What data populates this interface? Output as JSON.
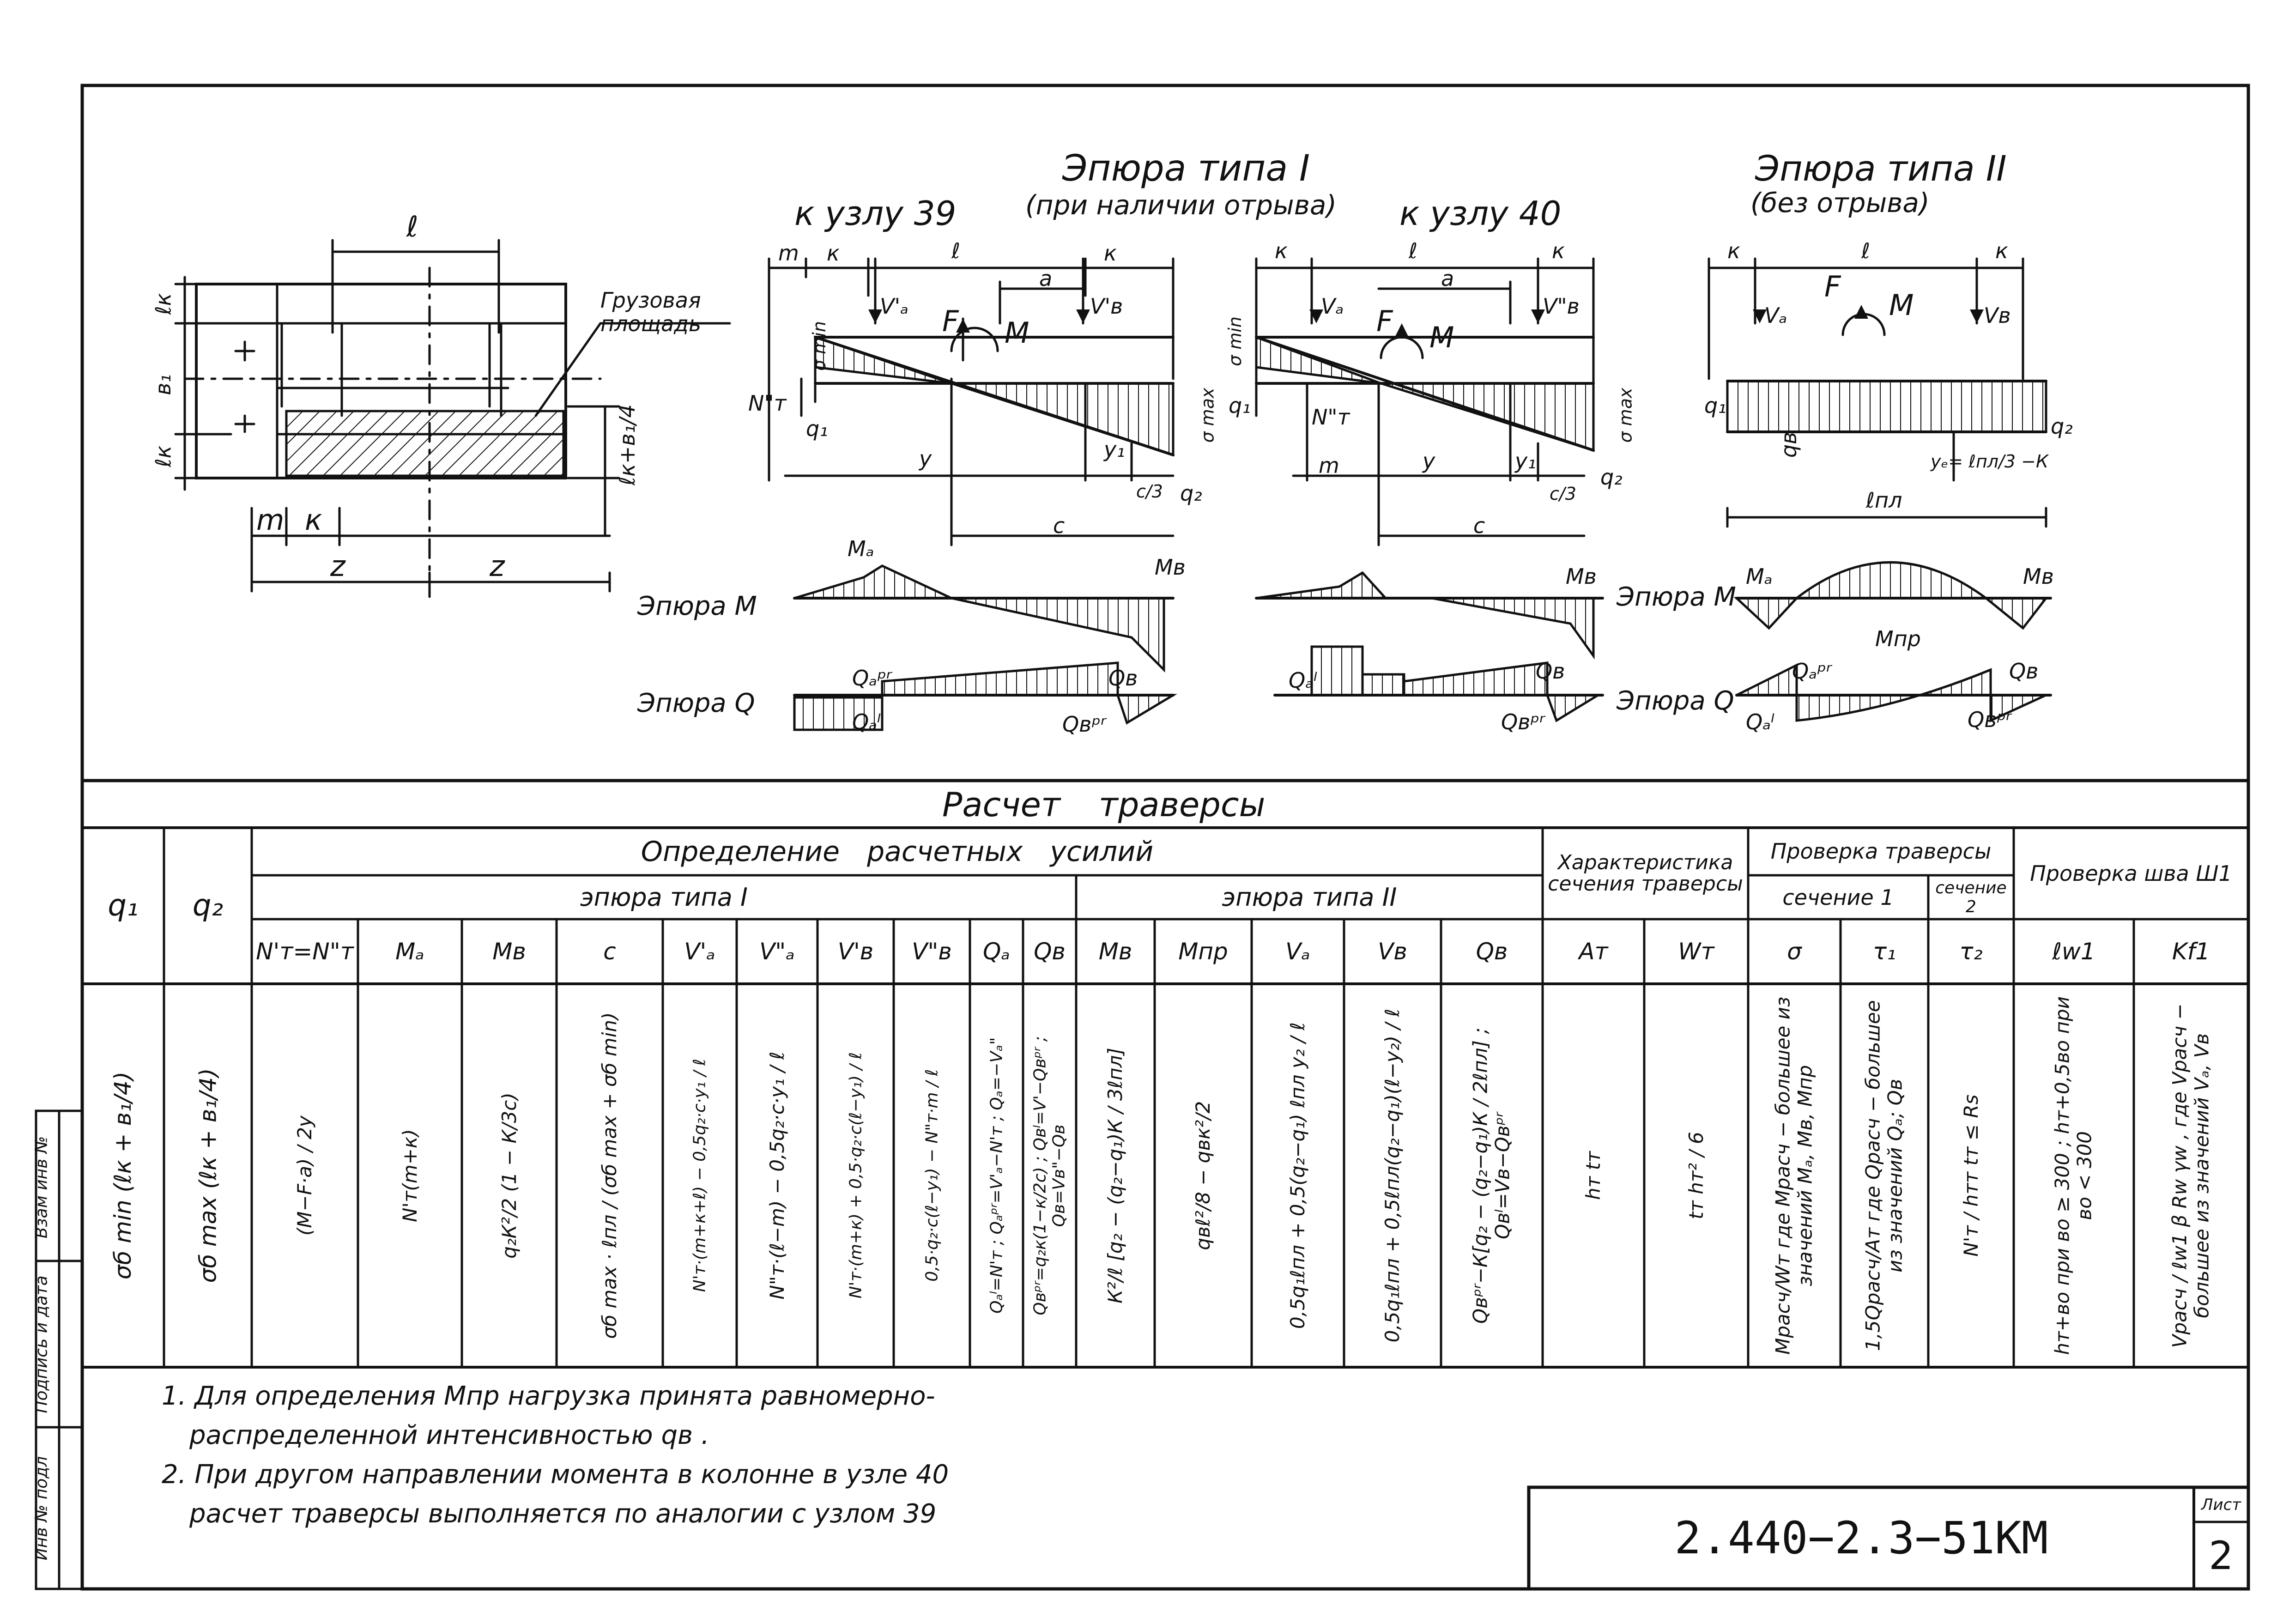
{
  "diagram": {
    "plan": {
      "l": "ℓ",
      "lk_top": "ℓк",
      "b1": "в₁",
      "lk_bottom": "ℓк",
      "lk_plus": "ℓк+в₁/4",
      "m": "m",
      "k": "к",
      "z1": "z",
      "z2": "z",
      "cargo_area": "Грузовая площадь"
    },
    "type1": {
      "title": "Эпюра типа I",
      "subtitle": "(при наличии отрыва)",
      "node39": {
        "caption": "к узлу 39",
        "m": "m",
        "k1": "к",
        "l": "ℓ",
        "k2": "к",
        "a": "a",
        "VA": "V'ₐ",
        "VB": "V'в",
        "F": "F",
        "M": "M",
        "Nt": "N\"т",
        "smin": "σ min",
        "smax": "σ max",
        "q1": "q₁",
        "q2": "q₂",
        "y": "y",
        "y1": "y₁",
        "c3": "c/3",
        "c": "c"
      },
      "node40": {
        "caption": "к узлу 40",
        "k1": "к",
        "l": "ℓ",
        "k2": "к",
        "a": "a",
        "VA": "Vₐ",
        "VB": "V\"в",
        "F": "F",
        "M": "M",
        "Nt": "N\"т",
        "smin": "σ min",
        "smax": "σ max",
        "q1": "q₁",
        "q2": "q₂",
        "m": "m",
        "y": "y",
        "y1": "y₁",
        "c3": "c/3",
        "c": "c"
      }
    },
    "type2": {
      "title": "Эпюра типа II",
      "subtitle": "(без отрыва)",
      "k1": "к",
      "l": "ℓ",
      "k2": "к",
      "VA": "Vₐ",
      "VB": "Vв",
      "F": "F",
      "M": "M",
      "q1": "q₁",
      "q2": "q₂",
      "qb": "qв",
      "ye": "yₑ= ℓпл/3 −К",
      "lpl": "ℓпл"
    },
    "epure_M_label": "Эпюра M",
    "epure_Q_label": "Эпюра Q",
    "m_labels": {
      "MA": "Mₐ",
      "MB": "Mв",
      "Mpr": "Mпр"
    },
    "q_labels": {
      "QApr": "Qₐᵖʳ",
      "QAl": "Qₐˡ",
      "QB": "Qв",
      "QBpr": "Qвᵖʳ"
    }
  },
  "table": {
    "caption": "Расчет траверсы",
    "h_determination": "Определение расчетных усилий",
    "h_type1": "эпюра типа I",
    "h_type2": "эпюра типа II",
    "h_section_char": "Характеристика сечения траверсы",
    "h_check_traverse": "Проверка траверсы",
    "h_section1": "сечение 1",
    "h_section2": "сечение 2",
    "h_check_weld": "Проверка шва Ш1",
    "h_q1": "q₁",
    "h_q2": "q₂",
    "col_headers": [
      "N'т=N\"т",
      "Mₐ",
      "Mв",
      "c",
      "V'ₐ",
      "V\"ₐ",
      "V'в",
      "V\"в",
      "Qₐ",
      "Qв",
      "Mв",
      "Mпр",
      "Vₐ",
      "Vв",
      "Qв",
      "Aт",
      "Wт",
      "σ",
      "τ₁",
      "τ₂",
      "ℓw1",
      "Kf1"
    ],
    "formula_q1": "σб min (ℓк + в₁/4)",
    "formula_q2": "σб max (ℓк + в₁/4)",
    "formulas": [
      "(M−F·a) / 2y",
      "N'т(m+к)",
      "q₂К²/2 (1 − К/3c)",
      "σб max · ℓпл / (σб max + σб min)",
      "N'т·(m+к+ℓ) − 0,5q₂·c·y₁ / ℓ",
      "N\"т·(ℓ−m) − 0,5q₂·c·y₁ / ℓ",
      "N'т·(m+к) + 0,5·q₂·c(ℓ−y₁) / ℓ",
      "0,5·q₂·c(ℓ−y₁) − N\"т·m / ℓ",
      "Qₐˡ=N'т ; Qₐᵖʳ=V'ₐ−N'т ; Qₐ=−Vₐ\"",
      "Qвᵖʳ=q₂к(1−к/2c) ; Qвˡ=V'−Qвᵖʳ ; Qв=Vв\"−Qв",
      "К²/ℓ [q₂ − (q₂−q₁)К / 3ℓпл]",
      "qвℓ²/8 − qвк²/2",
      "0,5q₁ℓпл + 0,5(q₂−q₁) ℓпл y₂ / ℓ",
      "0,5q₁ℓпл + 0,5ℓпл(q₂−q₁)(ℓ−y₂) / ℓ",
      "Qвᵖʳ−К[q₂ − (q₂−q₁)К / 2ℓпл] ; Qвˡ=Vв−Qвᵖʳ",
      "hт tт",
      "tт hт² / 6",
      "Mрасч/Wт  где Mрасч − большее из значений Mₐ, Mв, Mпр",
      "1,5Qрасч/Aт  где Qрасч − большее из значений Qₐ; Qв",
      "N'т / hтт tт ≤ Rs",
      "hт+вo при вo ≥ 300 ; hт+0,5вo при вo < 300",
      "Vрасч / ℓw1 β Rw γw , где Vрасч − большее из значений Vₐ, Vв"
    ]
  },
  "notes": [
    "1. Для определения Mпр нагрузка принята равномерно-",
    "распределенной интенсивностью qв .",
    "2. При другом направлении момента в колонне в узле 40",
    "расчет траверсы выполняется по аналогии с узлом 39"
  ],
  "side_stamp": [
    "Инв № подл",
    "Подпись и дата",
    "Взам инв №"
  ],
  "title_block": {
    "doc_number": "2.440−2.3−51КМ",
    "sheet_label": "Лист",
    "sheet_number": "2"
  }
}
